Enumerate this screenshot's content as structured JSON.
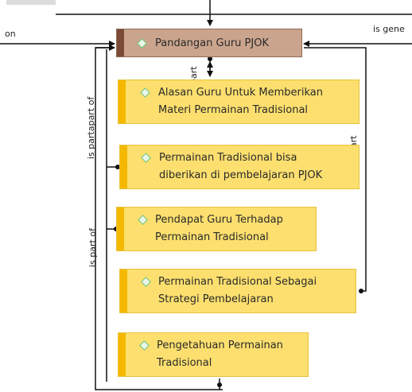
{
  "diagram": {
    "root": {
      "label": "Pandangan Guru PJOK"
    },
    "children": [
      {
        "line1": "Alasan Guru Untuk Memberikan",
        "line2": "Materi Permainan Tradisional"
      },
      {
        "line1": "Permainan Tradisional bisa",
        "line2": "diberikan di pembelajaran PJOK"
      },
      {
        "line1": "Pendapat Guru Terhadap",
        "line2": "Permainan Tradisional"
      },
      {
        "line1": "Permainan Tradisional Sebagai",
        "line2": "Strategi Pembelajaran"
      },
      {
        "line1": "Pengetahuan Permainan",
        "line2": "Tradisional"
      }
    ],
    "edge_labels": {
      "left_fragment": "on",
      "right_fragment": "is gene",
      "vert_part_top": "part",
      "vert_left_upper": "is partapart of",
      "vert_left_lower": "is part of",
      "vert_right_fragment": "art"
    },
    "colors": {
      "root_fill": "#caa48d",
      "root_strip": "#7b4a36",
      "child_fill": "#fcdf6e",
      "child_strip": "#f5b800",
      "line": "#111111"
    }
  }
}
